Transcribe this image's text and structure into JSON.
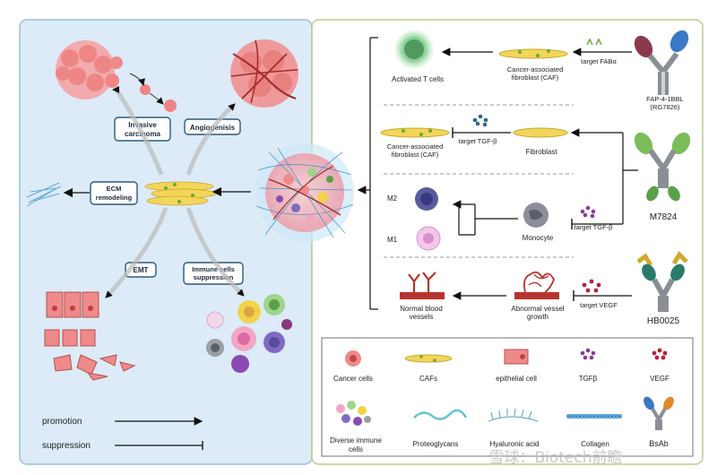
{
  "left": {
    "labels": {
      "invasive": [
        "Invasive",
        "carcinoma"
      ],
      "angiogenesis": "Angiogenisis",
      "ecm": [
        "ECM",
        "remodeling"
      ],
      "emt": "EMT",
      "immune": [
        "Immune cells",
        "suppression"
      ]
    },
    "legend": {
      "promotion": "promotion",
      "suppression": "suppression"
    }
  },
  "right": {
    "row1": {
      "activated": "Activated T cells",
      "caf": [
        "Cancer-associated",
        "fibroblast (CAF)"
      ],
      "target": "target FABα",
      "drug": [
        "FAP-4-1BBL",
        "(RG7826)"
      ]
    },
    "row2": {
      "caf": [
        "Cancer-associated",
        "fibroblast (CAF)"
      ],
      "target": "target TGF-β",
      "fibroblast": "Fibroblast"
    },
    "row3": {
      "m2": "M2",
      "m1": "M1",
      "monocyte": "Monocyte",
      "target": "target TGF-β",
      "drug": "M7824"
    },
    "row4": {
      "normal": [
        "Normal blood",
        "vessels"
      ],
      "abnormal": [
        "Abnormal vessel",
        "growth"
      ],
      "target": "target VEGF",
      "drug": "HB0025"
    }
  },
  "key": {
    "cancer": "Cancer cells",
    "cafs": "CAFs",
    "epithelial": "epithelial cell",
    "tgfb": "TGFβ",
    "vegf": "VEGF",
    "immune": [
      "Diverse immune",
      "cells"
    ],
    "proteoglycans": "Proteoglycans",
    "hyaluronic": "Hyaluronic acid",
    "collagen": "Collagen",
    "bsab": "BsAb"
  },
  "watermark": "雪球：Biotech前瞻",
  "colors": {
    "left_panel": "#dcebf7",
    "panel_border": "#9bbfd8",
    "cancer": "#f08a8a",
    "caf": "#f2d65a",
    "vessel": "#b8332f",
    "collagen": "#5ea8d8",
    "tgfb": "#3b5b8c",
    "vegf": "#b32535",
    "antibody_gray": "#8a8f96",
    "green_ab": "#7bbd5a"
  }
}
